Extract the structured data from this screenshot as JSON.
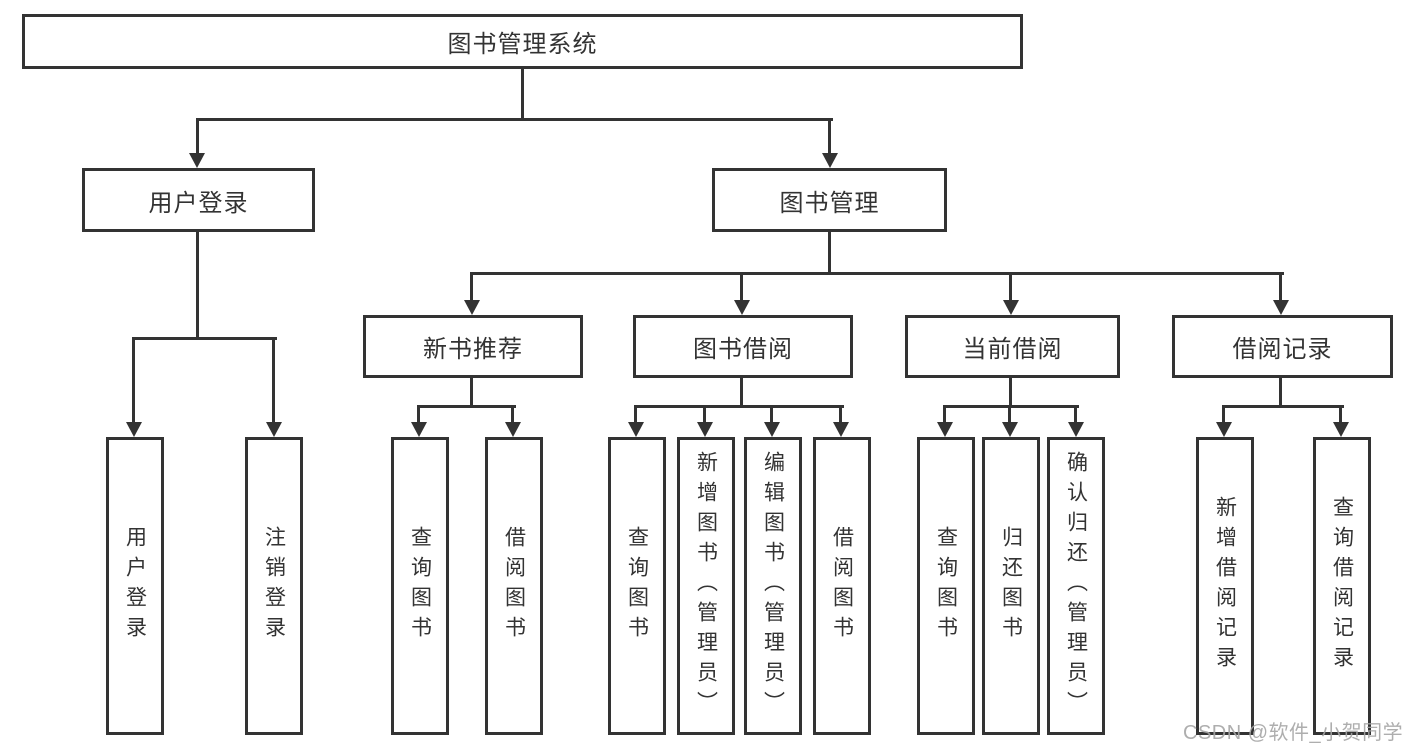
{
  "diagram": {
    "root": "图书管理系统",
    "level2": [
      "用户登录",
      "图书管理"
    ],
    "level3": [
      "新书推荐",
      "图书借阅",
      "当前借阅",
      "借阅记录"
    ],
    "leaves": {
      "login": [
        "用户登录",
        "注销登录"
      ],
      "newbook": [
        "查询图书",
        "借阅图书"
      ],
      "bookborrow": [
        "查询图书",
        "新增图书（管理员）",
        "编辑图书（管理员）",
        "借阅图书"
      ],
      "current": [
        "查询图书",
        "归还图书",
        "确认归还（管理员）"
      ],
      "records": [
        "新增借阅记录",
        "查询借阅记录"
      ]
    }
  },
  "watermark": "CSDN @软件_小贺同学",
  "colors": {
    "line": "#333333",
    "text": "#333333",
    "watermark": "#a6a6a6",
    "background": "#ffffff"
  }
}
